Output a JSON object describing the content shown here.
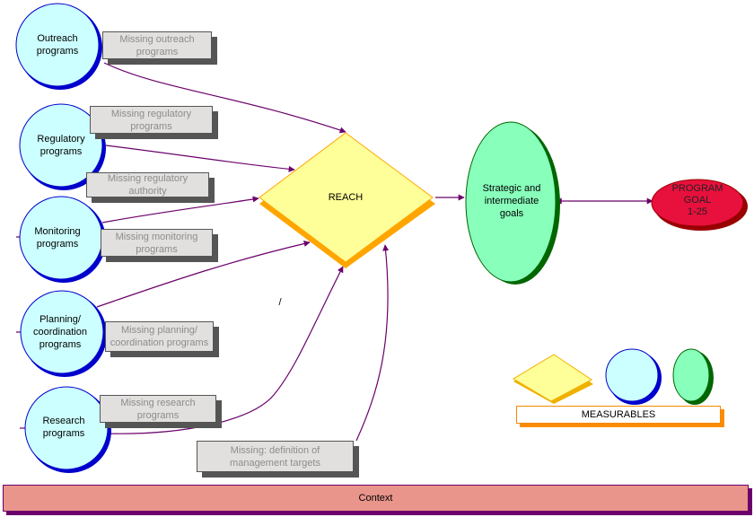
{
  "colors": {
    "program_fill": "#ccffff",
    "program_shadow": "#0000cc",
    "reach_fill": "#ffff99",
    "reach_shadow": "#ffa500",
    "goal_fill": "#88ffbb",
    "goal_shadow": "#006600",
    "program_goal_fill": "#e8103c",
    "program_goal_shadow": "#990000",
    "arrow": "#6b006b",
    "note_fill": "#e2e0de",
    "context_fill": "#e9958c"
  },
  "programs": [
    {
      "label_1": "Outreach",
      "label_2": "programs",
      "label_3": ""
    },
    {
      "label_1": "Regulatory",
      "label_2": "programs",
      "label_3": ""
    },
    {
      "label_1": "Monitoring",
      "label_2": "programs",
      "label_3": ""
    },
    {
      "label_1": "Planning/",
      "label_2": "coordination",
      "label_3": "programs"
    },
    {
      "label_1": "Research",
      "label_2": "programs",
      "label_3": ""
    }
  ],
  "notes": [
    {
      "line_1": "Missing outreach",
      "line_2": "programs"
    },
    {
      "line_1": "Missing regulatory",
      "line_2": "programs"
    },
    {
      "line_1": "Missing regulatory",
      "line_2": "authority"
    },
    {
      "line_1": "Missing monitoring",
      "line_2": "programs"
    },
    {
      "line_1": "Missing planning/",
      "line_2": "coordination programs"
    },
    {
      "line_1": "Missing research",
      "line_2": "programs"
    },
    {
      "line_1": "Missing: definition of",
      "line_2": "management targets"
    }
  ],
  "reach": {
    "label": "REACH"
  },
  "strategic_goals": {
    "line_1": "Strategic and",
    "line_2": "intermediate",
    "line_3": "goals"
  },
  "program_goal": {
    "line_1": "PROGRAM",
    "line_2": "GOAL",
    "line_3": "1-25"
  },
  "legend": {
    "label": "MEASURABLES"
  },
  "context": {
    "label": "Context"
  },
  "stray_mark": "/"
}
